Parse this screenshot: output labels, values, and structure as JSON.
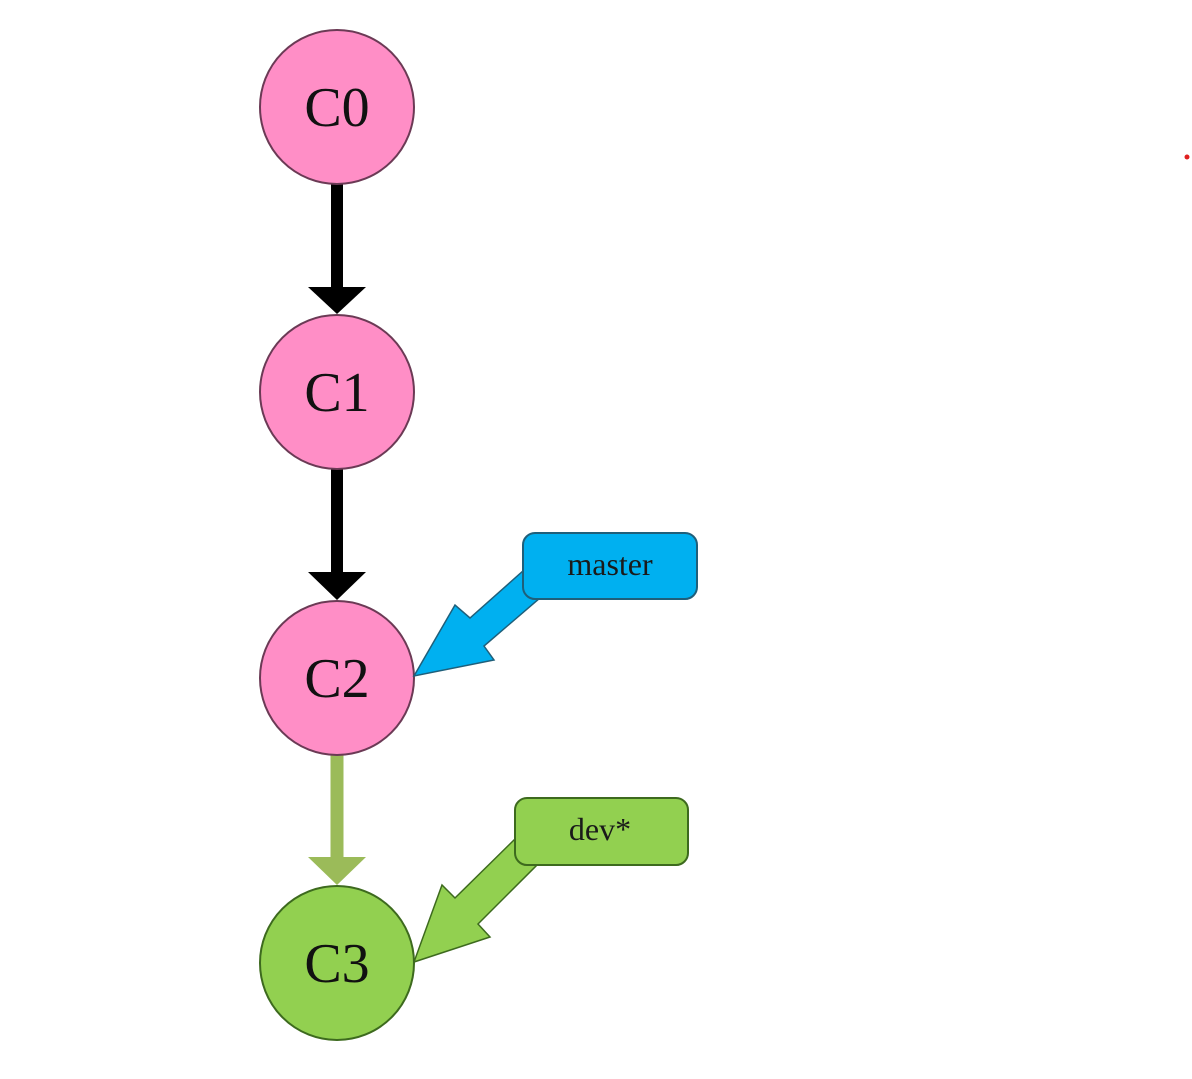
{
  "commits": [
    {
      "label": "C0",
      "color": "#ff8ec6"
    },
    {
      "label": "C1",
      "color": "#ff8ec6"
    },
    {
      "label": "C2",
      "color": "#ff8ec6"
    },
    {
      "label": "C3",
      "color": "#92d050"
    }
  ],
  "edges": [
    {
      "from": "C0",
      "to": "C1",
      "color": "#000000"
    },
    {
      "from": "C1",
      "to": "C2",
      "color": "#000000"
    },
    {
      "from": "C2",
      "to": "C3",
      "color": "#9bbb59"
    }
  ],
  "branches": [
    {
      "label": "master",
      "points_to": "C2",
      "color": "#00b0f0"
    },
    {
      "label": "dev*",
      "points_to": "C3",
      "color": "#92d050"
    }
  ]
}
